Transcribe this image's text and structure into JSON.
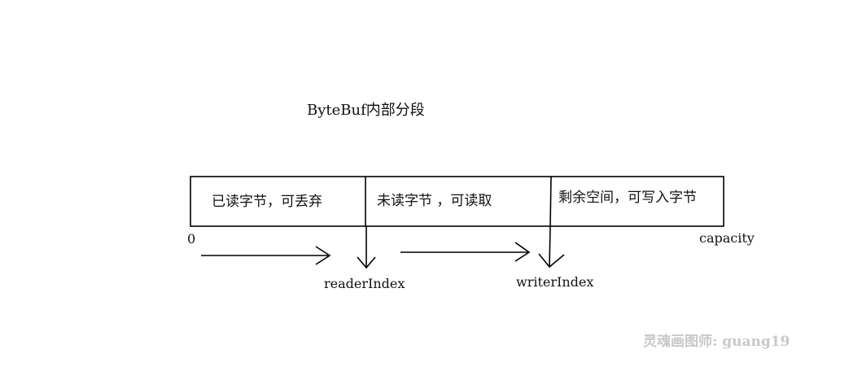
{
  "diagram": {
    "title": "ByteBuf内部分段",
    "segments": [
      {
        "label": "已读字节，可丢弃"
      },
      {
        "label": "未读字节 ，可读取"
      },
      {
        "label": "剩余空间，可写入字节"
      }
    ],
    "markers": {
      "start": "0",
      "end": "capacity",
      "reader_index": "readerIndex",
      "writer_index": "writerIndex"
    },
    "watermark": "灵魂画图师: guang19",
    "colors": {
      "stroke": "#000000",
      "text": "#111111",
      "watermark": "#c8c8c8"
    }
  }
}
